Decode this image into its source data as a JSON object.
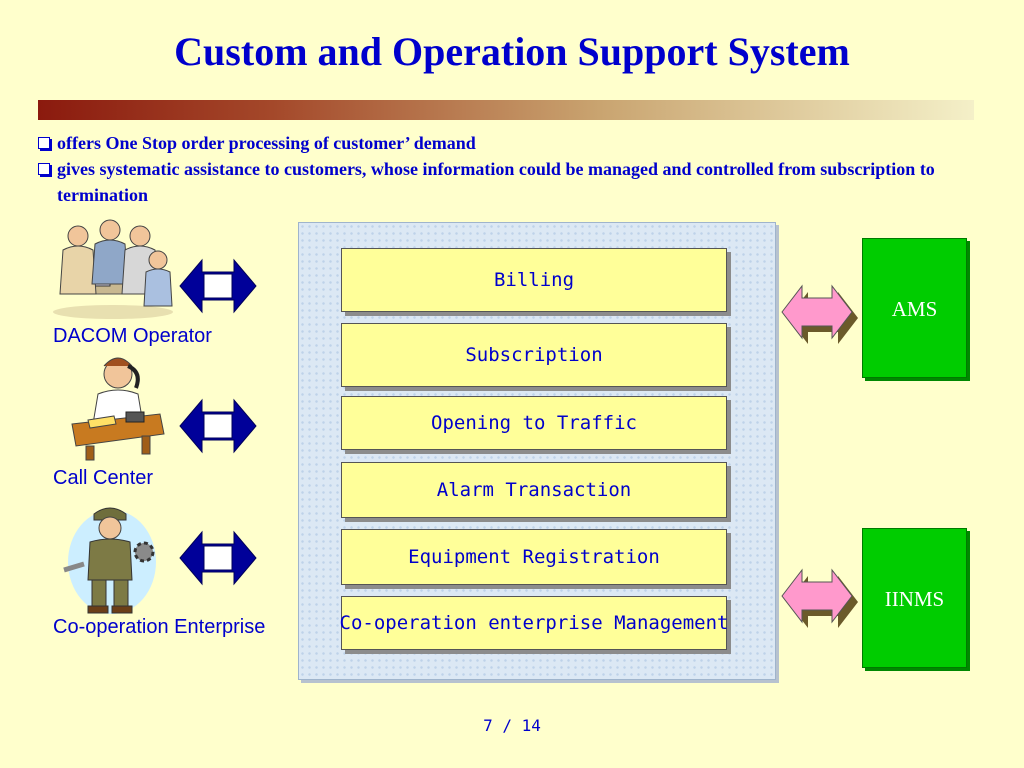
{
  "slide": {
    "title": "Custom and Operation Support System",
    "bullets": [
      "offers One Stop order processing of customer’ demand",
      "gives systematic assistance to customers, whose information could be managed and controlled from subscription to termination"
    ],
    "page": "7 / 14"
  },
  "actors": [
    {
      "label": "DACOM Operator",
      "icon": "meeting-people-icon"
    },
    {
      "label": "Call Center",
      "icon": "telephone-operator-icon"
    },
    {
      "label": "Co-operation Enterprise",
      "icon": "mechanic-worker-icon"
    }
  ],
  "modules": [
    "Billing",
    "Subscription",
    "Opening to Traffic",
    "Alarm Transaction",
    "Equipment Registration",
    "Co-operation enterprise Management"
  ],
  "systems": [
    "AMS",
    "IINMS"
  ],
  "colors": {
    "title": "#0000cc",
    "background": "#ffffcc",
    "module_fill": "#ffff99",
    "system_fill": "#00cc00",
    "left_arrow": "#000099",
    "right_arrow": "#ff99cc"
  }
}
